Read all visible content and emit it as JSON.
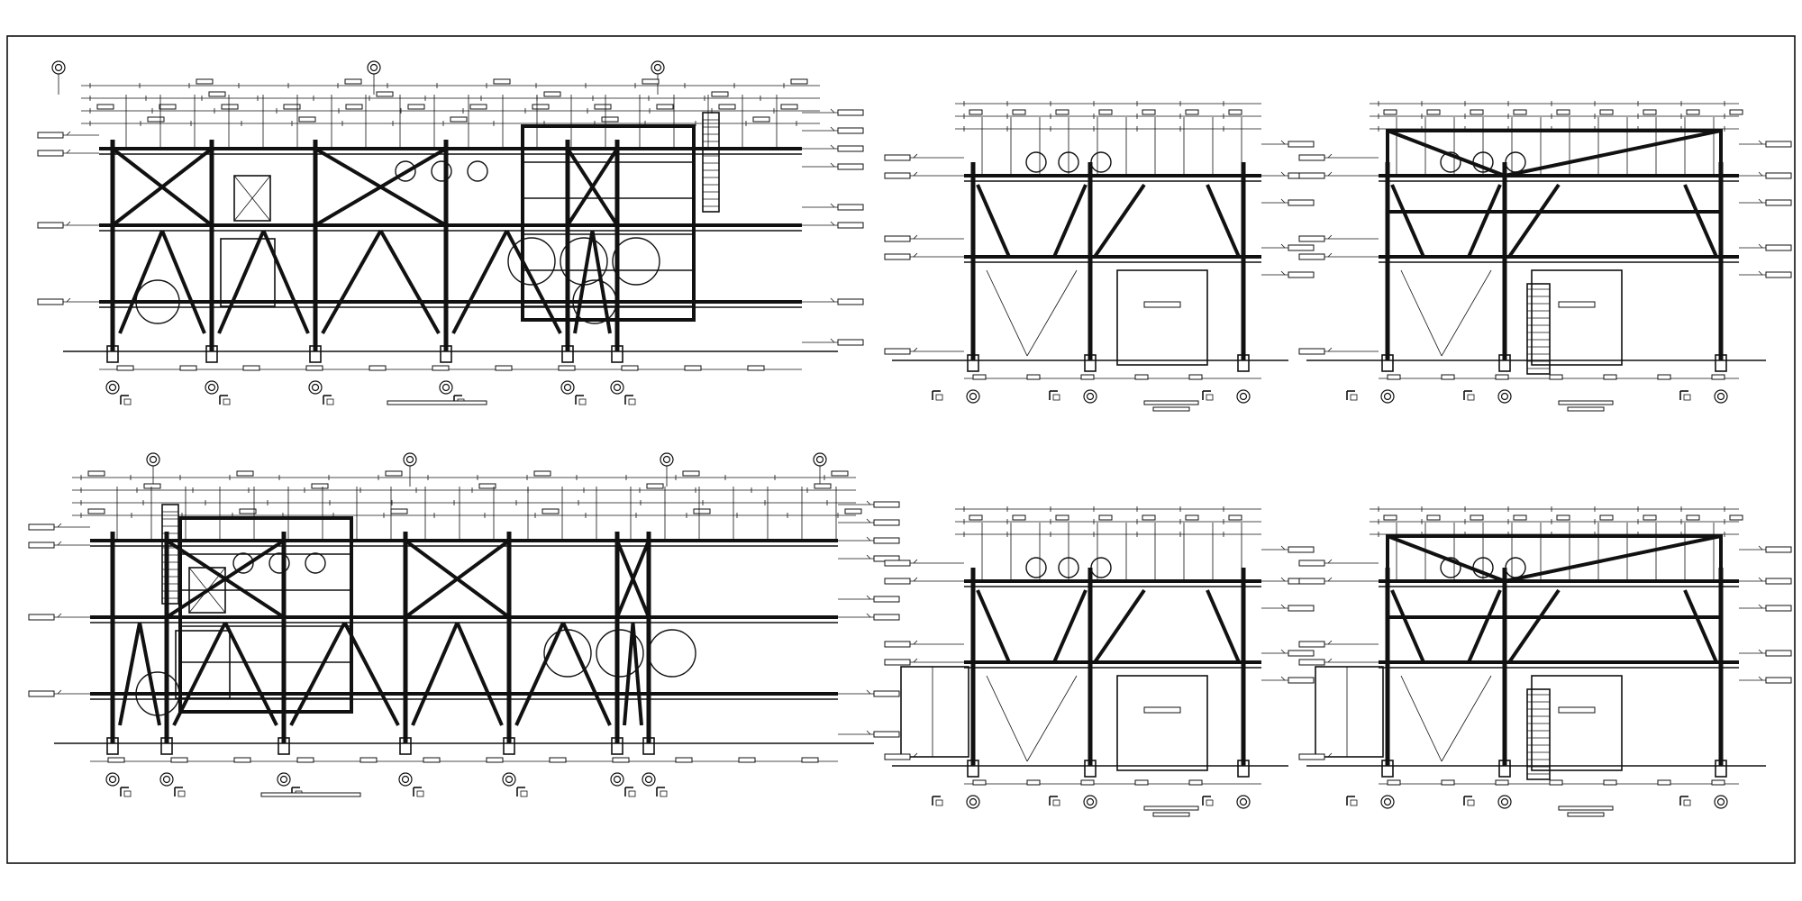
{
  "drawing": {
    "views": [
      {
        "id": "elevation-1",
        "kind": "long-elevation"
      },
      {
        "id": "elevation-2",
        "kind": "long-elevation"
      },
      {
        "id": "section-1",
        "kind": "cross-section"
      },
      {
        "id": "section-2",
        "kind": "cross-section"
      },
      {
        "id": "section-3",
        "kind": "cross-section"
      },
      {
        "id": "section-4",
        "kind": "cross-section"
      }
    ]
  }
}
